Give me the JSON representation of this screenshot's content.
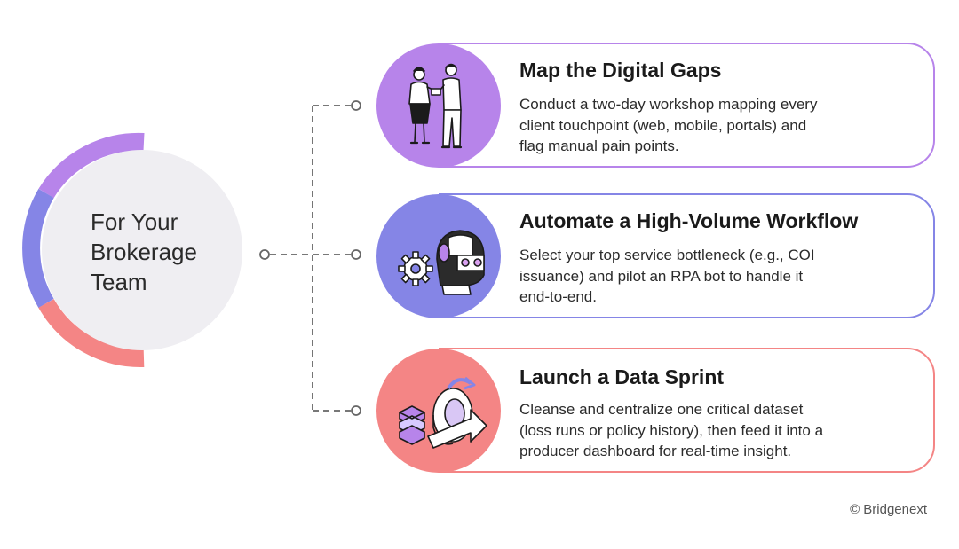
{
  "hub": {
    "title_lines": [
      "For Your",
      "Brokerage",
      "Team"
    ]
  },
  "cards": [
    {
      "title": "Map the Digital Gaps",
      "desc_lines": [
        "Conduct a two-day workshop mapping every",
        "client touchpoint (web, mobile, portals) and",
        "flag manual pain points."
      ],
      "accent": "#b784ea",
      "icon": "business-people-handshake-icon"
    },
    {
      "title": "Automate a High-Volume Workflow",
      "desc_lines": [
        "Select your top service bottleneck (e.g., COI",
        "issuance) and pilot an RPA bot to handle it",
        "end-to-end."
      ],
      "accent": "#8585e6",
      "icon": "robot-gear-icon"
    },
    {
      "title": "Launch a Data Sprint",
      "desc_lines": [
        "Cleanse and centralize one critical dataset",
        "(loss runs or policy history), then feed it into a",
        "producer dashboard for real-time insight."
      ],
      "accent": "#f48585",
      "icon": "data-refresh-icon"
    }
  ],
  "footer": {
    "copyright": "© Bridgenext"
  },
  "colors": {
    "purple": "#b784ea",
    "indigo": "#8585e6",
    "coral": "#f48585",
    "hub_fill": "#efeef2",
    "connector": "#666666"
  }
}
